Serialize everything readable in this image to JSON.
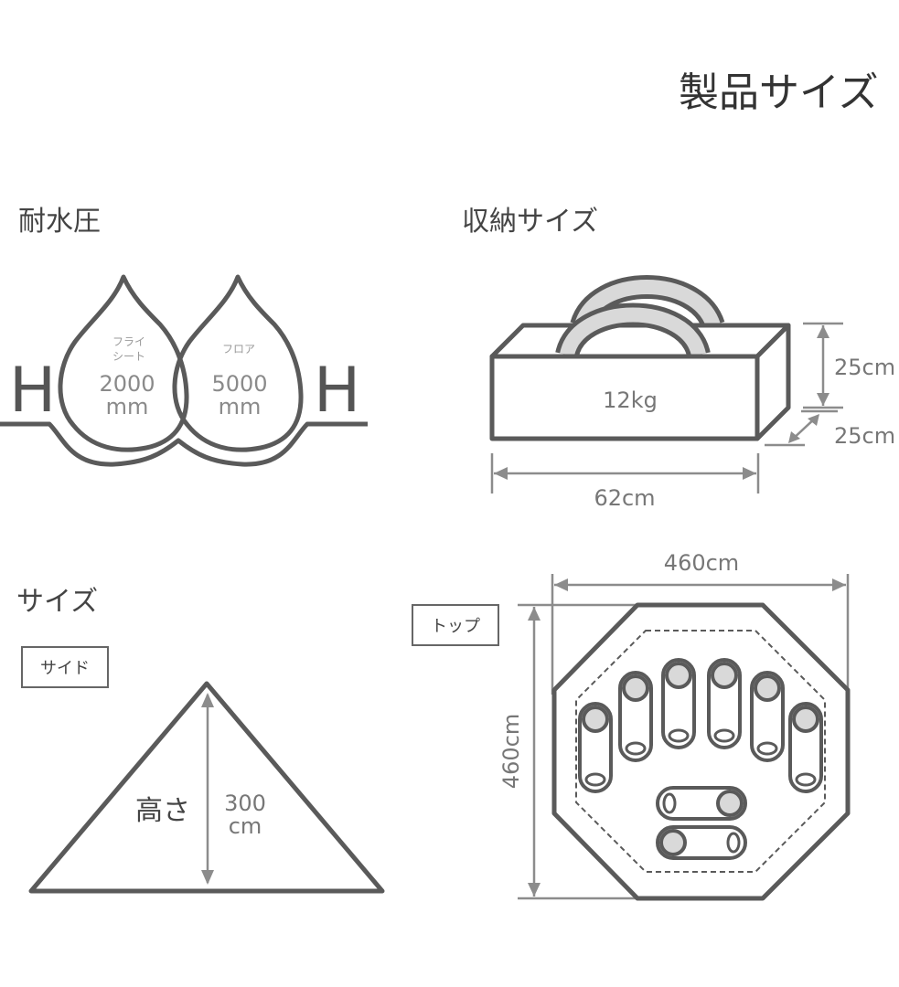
{
  "title": "製品サイズ",
  "water_pressure": {
    "heading": "耐水圧",
    "fly_sheet": {
      "label_line1": "フライ",
      "label_line2": "シート",
      "value": "2000",
      "unit": "mm"
    },
    "floor": {
      "label": "フロア",
      "value": "5000",
      "unit": "mm"
    },
    "h_letter": "H"
  },
  "storage": {
    "heading": "収納サイズ",
    "weight": "12kg",
    "height": "25cm",
    "depth": "25cm",
    "width": "62cm"
  },
  "size": {
    "heading": "サイズ",
    "side": {
      "tag": "サイド",
      "height_label": "高さ",
      "value": "300",
      "unit": "cm"
    },
    "top": {
      "tag": "トップ",
      "width": "460cm",
      "length": "460cm"
    }
  },
  "colors": {
    "line": "#5a5a5a",
    "dimension": "#8c8c8c",
    "fill": "#d9d9d9"
  }
}
